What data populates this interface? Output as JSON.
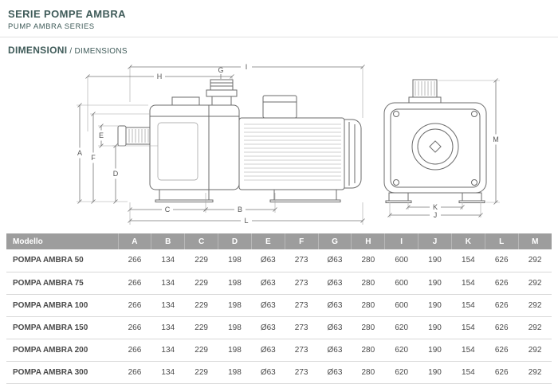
{
  "header": {
    "title": "SERIE POMPE AMBRA",
    "subtitle": "PUMP AMBRA SERIES"
  },
  "section": {
    "title_it": "DIMENSIONI",
    "title_en": "/ DIMENSIONS"
  },
  "drawing": {
    "labels": {
      "A": "A",
      "B": "B",
      "C": "C",
      "D": "D",
      "E": "E",
      "F": "F",
      "G": "G",
      "H": "H",
      "I": "I",
      "J": "J",
      "K": "K",
      "L": "L",
      "M": "M"
    }
  },
  "table": {
    "model_column": "Modello",
    "dimension_columns": [
      "A",
      "B",
      "C",
      "D",
      "E",
      "F",
      "G",
      "H",
      "I",
      "J",
      "K",
      "L",
      "M"
    ],
    "rows": [
      {
        "model": "POMPA AMBRA 50",
        "values": [
          "266",
          "134",
          "229",
          "198",
          "Ø63",
          "273",
          "Ø63",
          "280",
          "600",
          "190",
          "154",
          "626",
          "292"
        ]
      },
      {
        "model": "POMPA AMBRA 75",
        "values": [
          "266",
          "134",
          "229",
          "198",
          "Ø63",
          "273",
          "Ø63",
          "280",
          "600",
          "190",
          "154",
          "626",
          "292"
        ]
      },
      {
        "model": "POMPA AMBRA 100",
        "values": [
          "266",
          "134",
          "229",
          "198",
          "Ø63",
          "273",
          "Ø63",
          "280",
          "600",
          "190",
          "154",
          "626",
          "292"
        ]
      },
      {
        "model": "POMPA AMBRA 150",
        "values": [
          "266",
          "134",
          "229",
          "198",
          "Ø63",
          "273",
          "Ø63",
          "280",
          "620",
          "190",
          "154",
          "626",
          "292"
        ]
      },
      {
        "model": "POMPA AMBRA 200",
        "values": [
          "266",
          "134",
          "229",
          "198",
          "Ø63",
          "273",
          "Ø63",
          "280",
          "620",
          "190",
          "154",
          "626",
          "292"
        ]
      },
      {
        "model": "POMPA AMBRA 300",
        "values": [
          "266",
          "134",
          "229",
          "198",
          "Ø63",
          "273",
          "Ø63",
          "280",
          "620",
          "190",
          "154",
          "626",
          "292"
        ]
      }
    ]
  },
  "colors": {
    "accent": "#3f5b59",
    "table_header_bg": "#9d9d9d"
  }
}
